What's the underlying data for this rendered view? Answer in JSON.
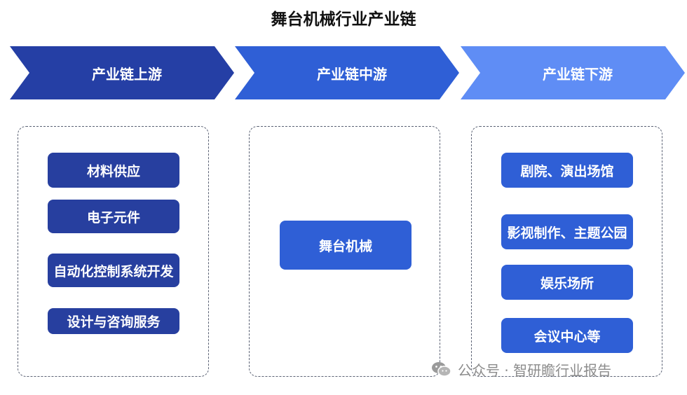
{
  "title": "舞台机械行业产业链",
  "stages": [
    {
      "label": "产业链上游",
      "color": "#253fa5"
    },
    {
      "label": "产业链中游",
      "color": "#2f5fd6"
    },
    {
      "label": "产业链下游",
      "color": "#5f8df5"
    }
  ],
  "upstream": {
    "items": [
      "材料供应",
      "电子元件",
      "自动化控制系统开发",
      "设计与咨询服务"
    ],
    "color": "#273f9f"
  },
  "midstream": {
    "items": [
      "舞台机械"
    ],
    "color": "#2f5fd6"
  },
  "downstream": {
    "items": [
      "剧院、演出场馆",
      "影视制作、主题公园",
      "娱乐场所",
      "会议中心等"
    ],
    "color": "#2f5fd6"
  },
  "watermark": {
    "text": "公众号 · 智研瞻行业报告",
    "icon": "wechat-icon"
  }
}
